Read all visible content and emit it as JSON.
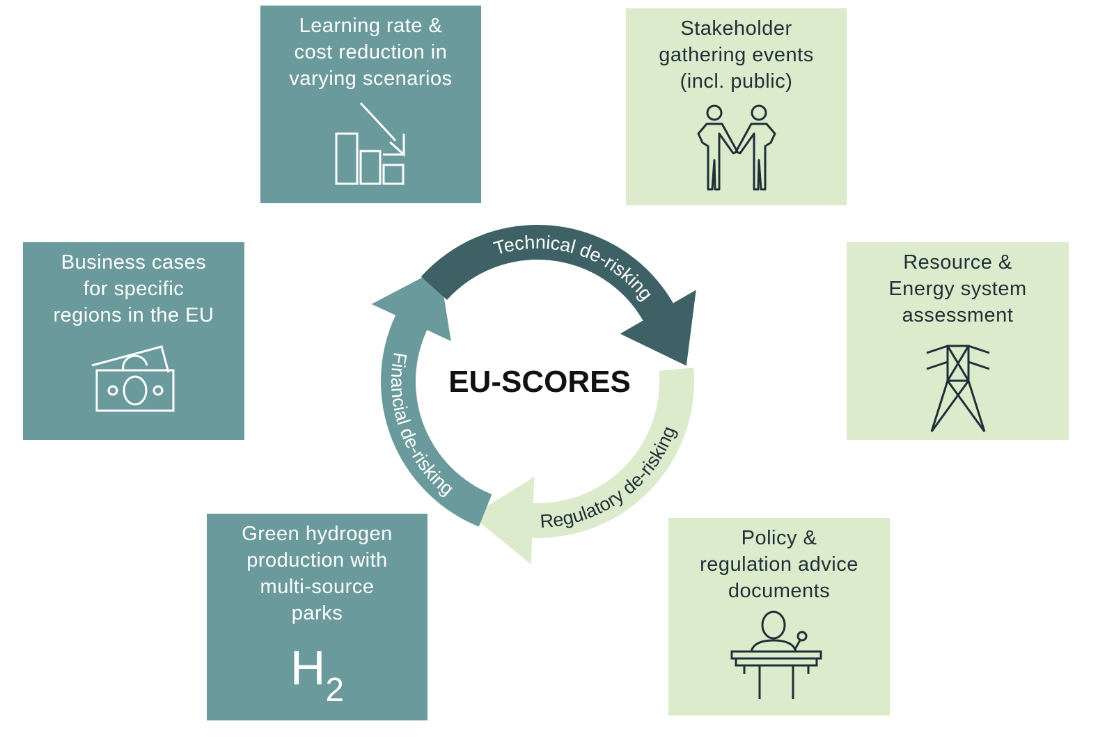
{
  "center": {
    "title": "EU-SCORES"
  },
  "cycle": [
    {
      "label": "Technical de-risking",
      "color": "#3e6166"
    },
    {
      "label": "Regulatory de-risking",
      "color": "#dcebcb"
    },
    {
      "label": "Financial de-risking",
      "color": "#6a9a9c"
    }
  ],
  "boxes": {
    "learning": {
      "text": "Learning rate &\ncost reduction in\nvarying scenarios",
      "icon": "declining-bar-chart-icon"
    },
    "stakeholder": {
      "text": "Stakeholder\ngathering events\n(incl. public)",
      "icon": "handshake-people-icon"
    },
    "business": {
      "text": "Business cases\nfor specific\nregions in the EU",
      "icon": "banknotes-icon"
    },
    "resource": {
      "text": "Resource &\nEnergy system\nassessment",
      "icon": "power-pylon-icon"
    },
    "hydrogen": {
      "text": "Green hydrogen\nproduction with\nmulti-source\nparks",
      "icon_text": "H",
      "icon_sub": "2"
    },
    "policy": {
      "text": "Policy &\nregulation advice\ndocuments",
      "icon": "speaker-podium-icon"
    }
  },
  "colors": {
    "teal": "#6a9a9c",
    "light_green": "#dcebcb",
    "dark_teal": "#3e6166",
    "text_dark": "#1d2f37"
  }
}
